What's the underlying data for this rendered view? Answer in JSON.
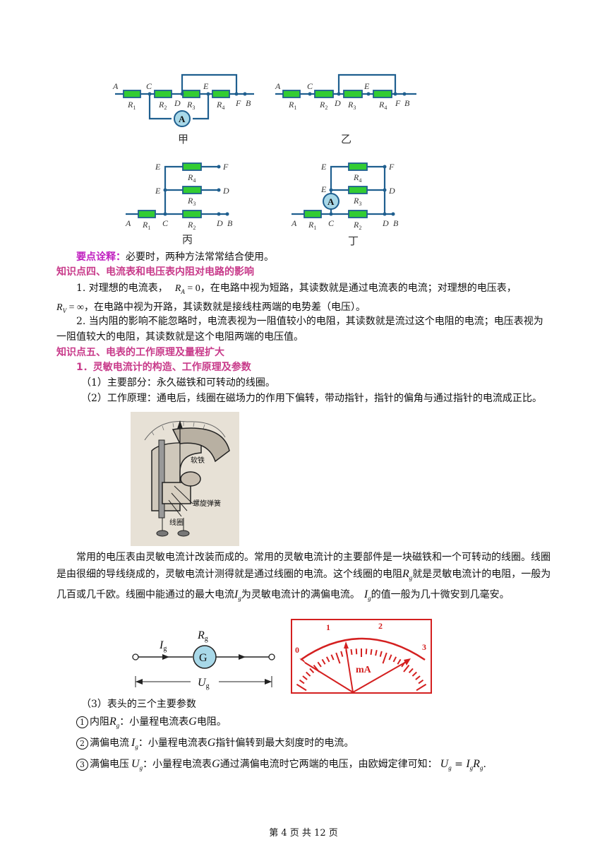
{
  "circuits": {
    "jia": {
      "caption": "甲",
      "A": "A",
      "C": "C",
      "D": "D",
      "E": "E",
      "F": "F",
      "B": "B",
      "R1": "R",
      "R1s": "1",
      "R2": "R",
      "R2s": "2",
      "R3": "R",
      "R3s": "3",
      "R4": "R",
      "R4s": "4",
      "meter": "A"
    },
    "yi": {
      "caption": "乙",
      "A": "A",
      "C": "C",
      "D": "D",
      "E": "E",
      "F": "F",
      "B": "B",
      "R1": "R",
      "R1s": "1",
      "R2": "R",
      "R2s": "2",
      "R3": "R",
      "R3s": "3",
      "R4": "R",
      "R4s": "4"
    },
    "bing": {
      "caption": "丙",
      "A": "A",
      "C": "C",
      "D": "D",
      "E1": "E",
      "E2": "E",
      "F": "F",
      "D2": "D",
      "B": "B",
      "R1": "R",
      "R1s": "1",
      "R2": "R",
      "R2s": "2",
      "R3": "R",
      "R3s": "3",
      "R4": "R",
      "R4s": "4"
    },
    "ding": {
      "caption": "丁",
      "A": "A",
      "C": "C",
      "D": "D",
      "E1": "E",
      "E2": "E",
      "F": "F",
      "D2": "D",
      "B": "B",
      "R1": "R",
      "R1s": "1",
      "R2": "R",
      "R2s": "2",
      "R3": "R",
      "R3s": "3",
      "R4": "R",
      "R4s": "4",
      "meter": "A"
    }
  },
  "tip": {
    "label": "要点诠释：",
    "text": "必要时，两种方法常常结合使用。"
  },
  "k4": {
    "title": "知识点四、电流表和电压表内阻对电路的影响",
    "p1_a": "1. 对理想的电流表，",
    "p1_ra": "R",
    "p1_ra_sub": "A",
    "p1_eq1": " = 0",
    "p1_b": "，在电路中视为短路，其读数就是通过电流表的电流；对理想的电压表，",
    "p1_rv": "R",
    "p1_rv_sub": "V",
    "p1_eq2": " = ∞",
    "p1_c": "，在电路中视为开路，其读数就是接线柱两端的电势差（电压）。",
    "p2": "2. 当内阻的影响不能忽略时，电流表视为一阻值较小的电阻，其读数就是流过这个电阻的电流；电压表视为一阻值较大的电阻，其读数就是这个电阻两端的电压值。"
  },
  "k5": {
    "title": "知识点五、电表的工作原理及量程扩大",
    "sub1": "1．灵敏电流计的构造、工作原理及参数",
    "item1": "（1）主要部分：永久磁铁和可转动的线圈。",
    "item2": "（2）工作原理：通电后，线圈在磁场力的作用下偏转，带动指针，指针的偏角与通过指针的电流成正比。",
    "photo_labels": {
      "soft_iron": "软铁",
      "spring": "螺旋弹簧",
      "coil": "线圈"
    },
    "para_a": "常用的电压表由灵敏电流计改装而成的。常用的灵敏电流计的主要部件是一块磁铁和一个可转动的线圈。线圈是由很细的导线绕成的，灵敏电流计测得就是通过线圈的电流。这个线圈的电阻",
    "para_rg": "R",
    "para_rg_sub": "g",
    "para_b": "就是灵敏电流计的电阻，一般为几百或几千欧。线圈中能通过的最大电流",
    "para_ig": "I",
    "para_ig_sub": "g",
    "para_c": "为灵敏电流计的满偏电流。",
    "para_ig2": "I",
    "para_ig2_sub": "g",
    "para_d": "的值一般为几十微安到几毫安。",
    "g_diagram": {
      "Ig": "I",
      "Ig_sub": "g",
      "Rg": "R",
      "Rg_sub": "g",
      "G": "G",
      "Ug": "U",
      "Ug_sub": "g"
    },
    "dial": {
      "ticks": [
        "0",
        "1",
        "2",
        "3"
      ],
      "unit": "mA"
    },
    "params_title": "（3）表头的三个主要参数",
    "param1": {
      "num": "1",
      "a": "内阻",
      "sym": "R",
      "sub": "g",
      "b": "：小量程电流表",
      "g": "G",
      "c": "电阻。"
    },
    "param2": {
      "num": "2",
      "a": "满偏电流",
      "sym": "I",
      "sub": "g",
      "b": "：小量程电流表",
      "g": "G",
      "c": "指针偏转到最大刻度时的电流。"
    },
    "param3": {
      "num": "3",
      "a": "满偏电压",
      "sym": "U",
      "sub": "g",
      "b": "：小量程电流表",
      "g": "G",
      "c": "通过满偏电流时它两端的电压，由欧姆定律可知：",
      "eq_u": "U",
      "eq_usub": "g",
      "eq_eq": " = ",
      "eq_i": "I",
      "eq_isub": "g",
      "eq_r": "R",
      "eq_rsub": "g",
      "eq_end": "."
    }
  },
  "footer": "第 4 页 共 12 页",
  "colors": {
    "resistor": "#33cc33",
    "wire": "#1f5f8f",
    "heading": "#c83a8a",
    "tip": "#c020c0",
    "dial": "#d42020",
    "meter": "#a8d8e8"
  }
}
